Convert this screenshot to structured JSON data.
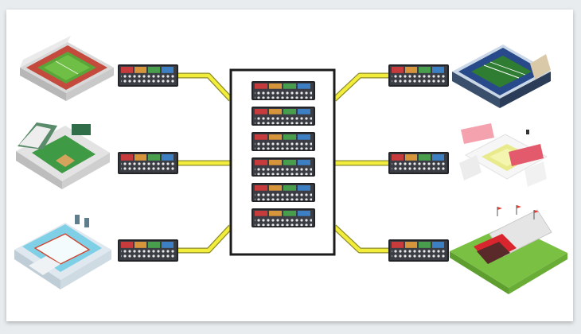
{
  "diagram": {
    "colors": {
      "background": "#ffffff",
      "frame": "#1b1b1b",
      "cable": "#f2ec3a",
      "device_body": "#222428",
      "device_panel": "#3a3d44"
    },
    "hub": {
      "unit_count": 6,
      "icon": "rack-server-stack-icon"
    },
    "venues": [
      {
        "id": "soccer-stadium",
        "icon": "soccer-stadium-icon",
        "side": "left",
        "row": 0
      },
      {
        "id": "baseball-park",
        "icon": "baseball-park-icon",
        "side": "left",
        "row": 1
      },
      {
        "id": "ice-arena",
        "icon": "ice-hockey-arena-icon",
        "side": "left",
        "row": 2
      },
      {
        "id": "football-stadium",
        "icon": "football-stadium-icon",
        "side": "right",
        "row": 0
      },
      {
        "id": "tennis-venue",
        "icon": "tennis-venue-icon",
        "side": "right",
        "row": 1
      },
      {
        "id": "outdoor-arena",
        "icon": "outdoor-arena-icon",
        "side": "right",
        "row": 2
      }
    ]
  }
}
